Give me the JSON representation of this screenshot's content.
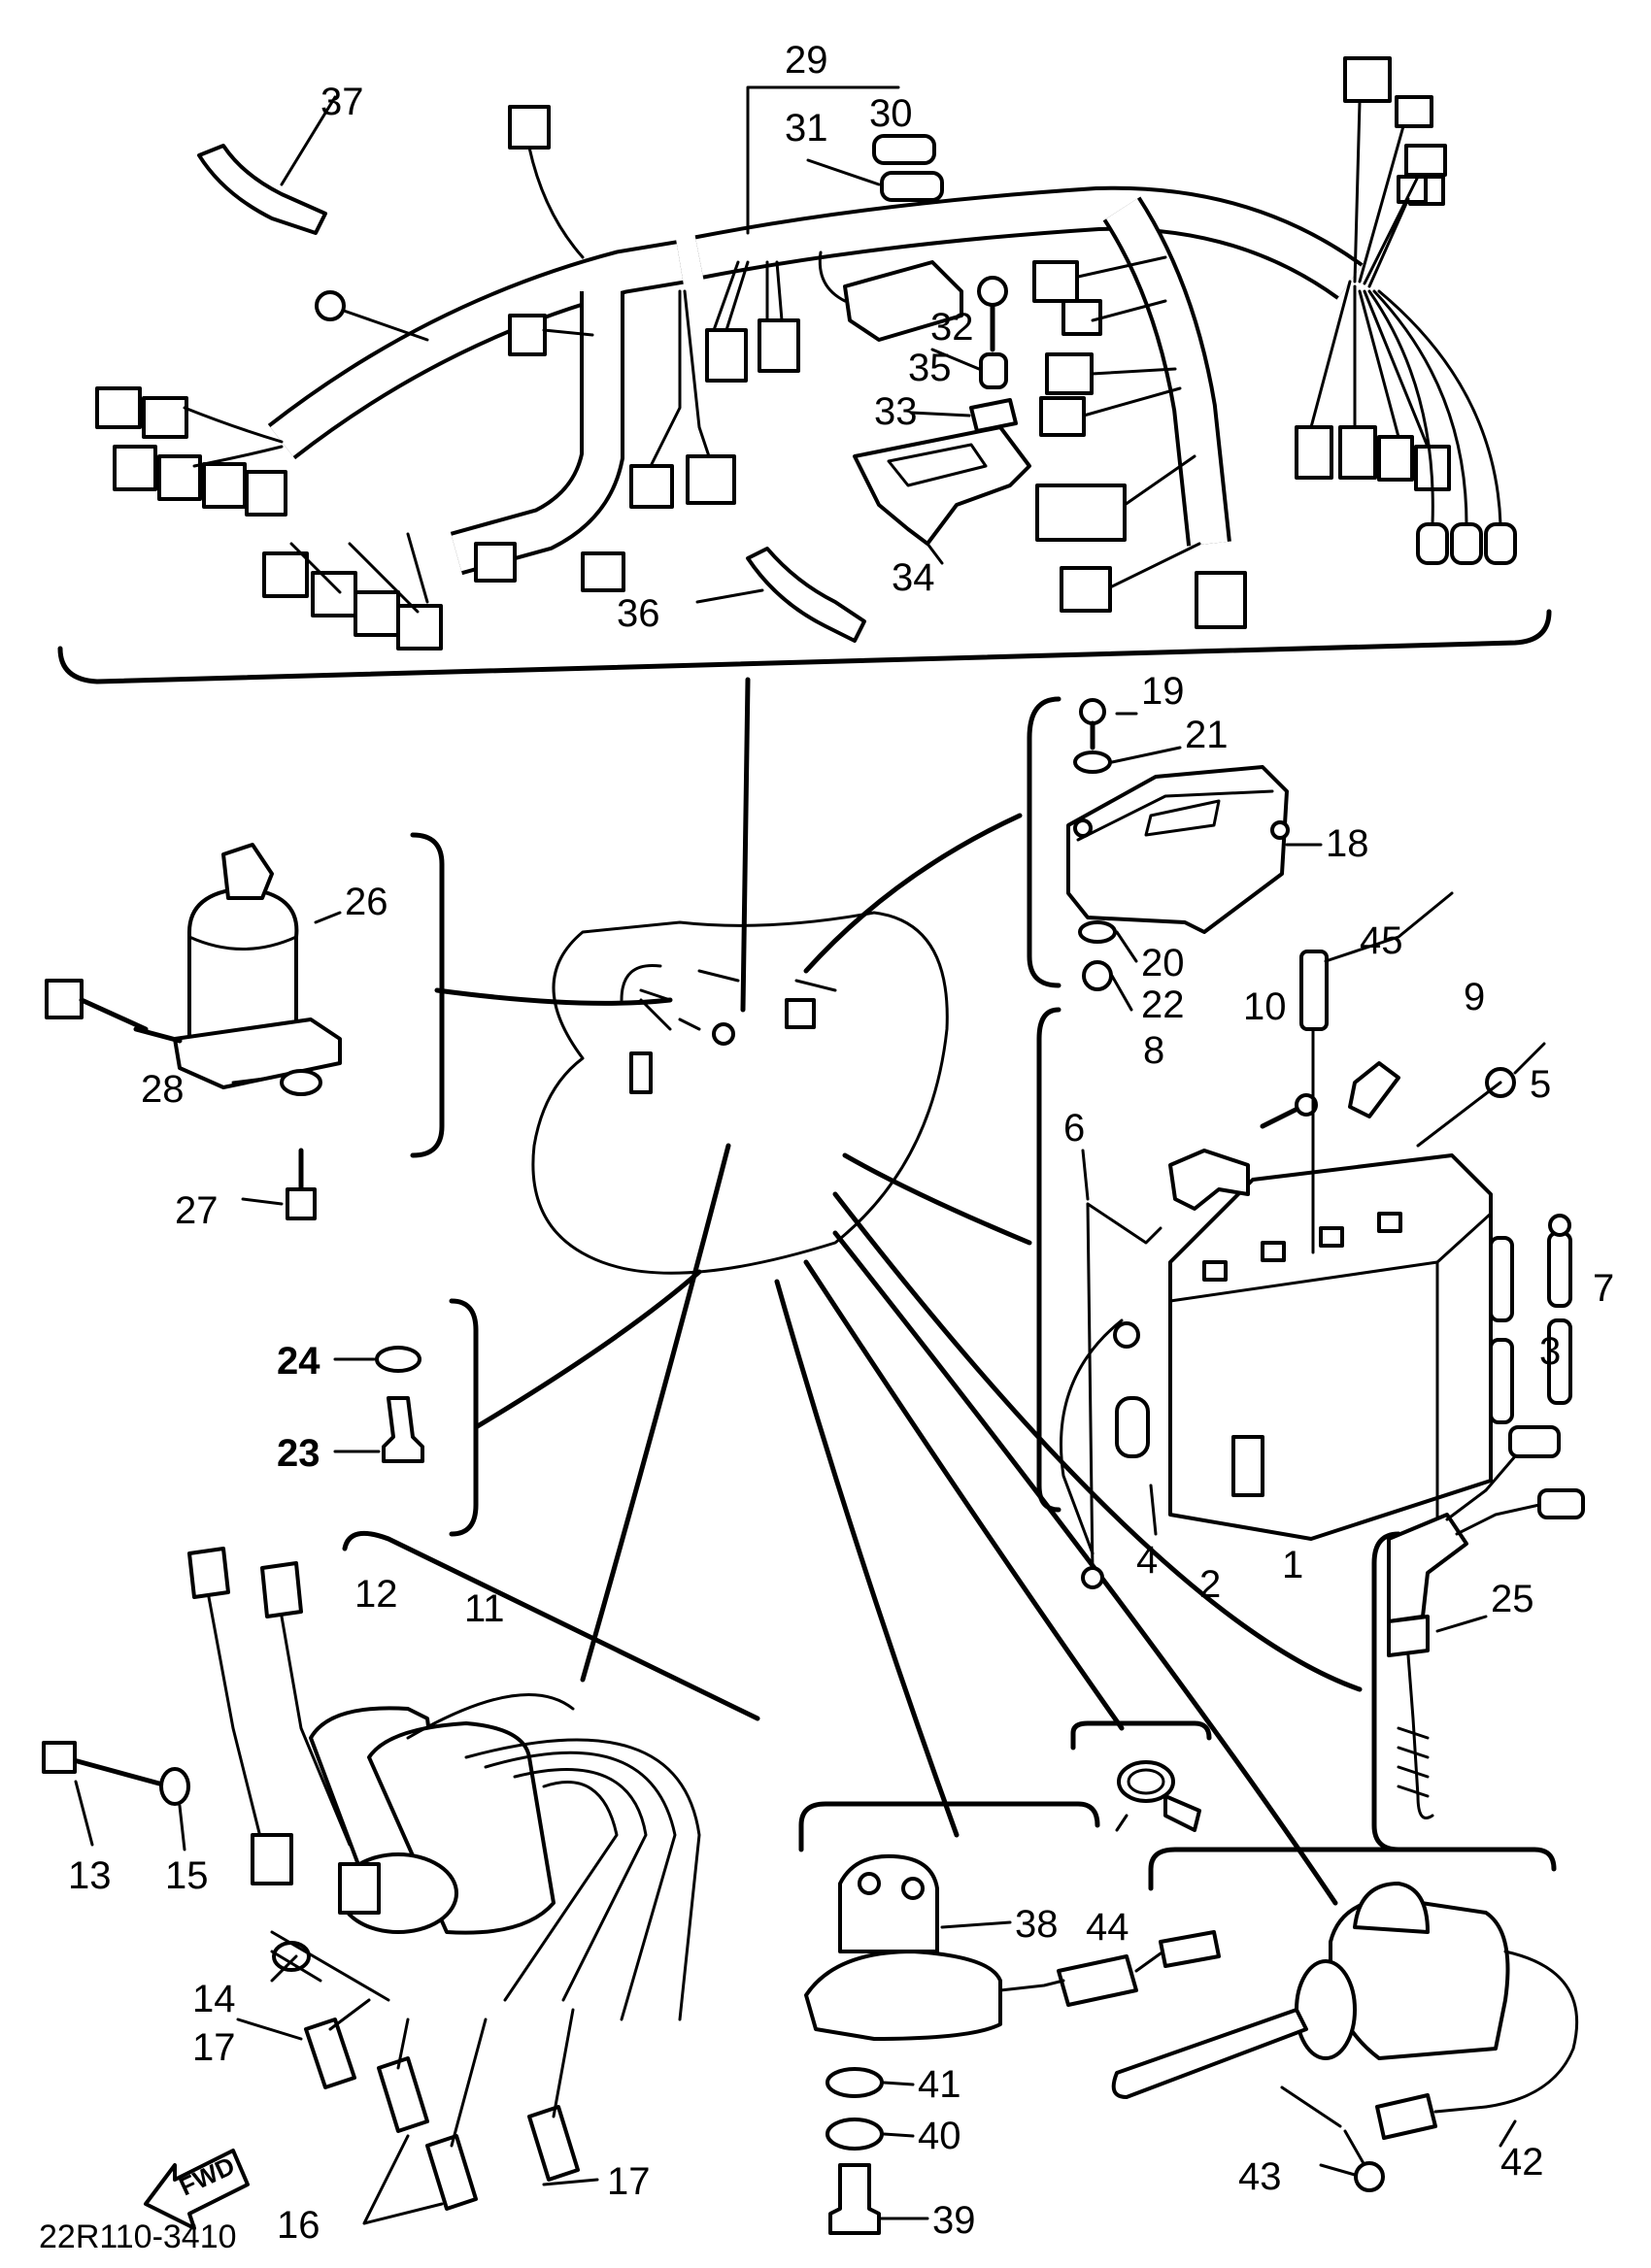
{
  "diagram": {
    "drawing_code": "22R110-3410",
    "fwd_label": "FWD",
    "callouts": {
      "c1": "1",
      "c2": "2",
      "c3": "3",
      "c4": "4",
      "c5": "5",
      "c6": "6",
      "c7": "7",
      "c8": "8",
      "c9": "9",
      "c10": "10",
      "c11": "11",
      "c12": "12",
      "c13": "13",
      "c14": "14",
      "c15": "15",
      "c16": "16",
      "c17a": "17",
      "c17b": "17",
      "c18": "18",
      "c19": "19",
      "c20": "20",
      "c21": "21",
      "c22": "22",
      "c23": "23",
      "c24": "24",
      "c25": "25",
      "c26": "26",
      "c27": "27",
      "c28": "28",
      "c29": "29",
      "c30": "30",
      "c31": "31",
      "c32": "32",
      "c33": "33",
      "c34": "34",
      "c35": "35",
      "c36": "36",
      "c37": "37",
      "c38": "38",
      "c39": "39",
      "c40": "40",
      "c41": "41",
      "c42": "42",
      "c43": "43",
      "c44": "44",
      "c45": "45"
    }
  }
}
